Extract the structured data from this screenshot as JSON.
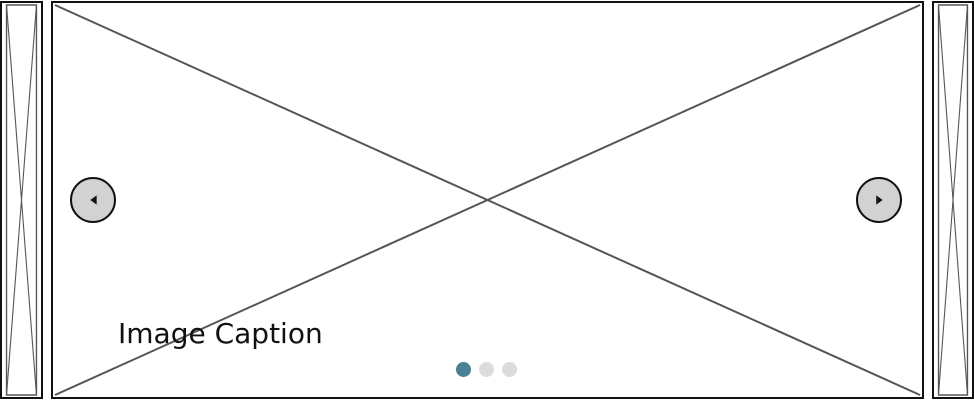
{
  "carousel": {
    "caption": "Image Caption",
    "slide_count": 3,
    "active_slide": 1,
    "colors": {
      "active_dot": "#4a7f94",
      "inactive_dot": "#dcdcdc",
      "nav_button": "#d2d2d2"
    },
    "icons": {
      "prev": "triangle-left-icon",
      "next": "triangle-right-icon",
      "image": "image-placeholder-icon"
    }
  }
}
